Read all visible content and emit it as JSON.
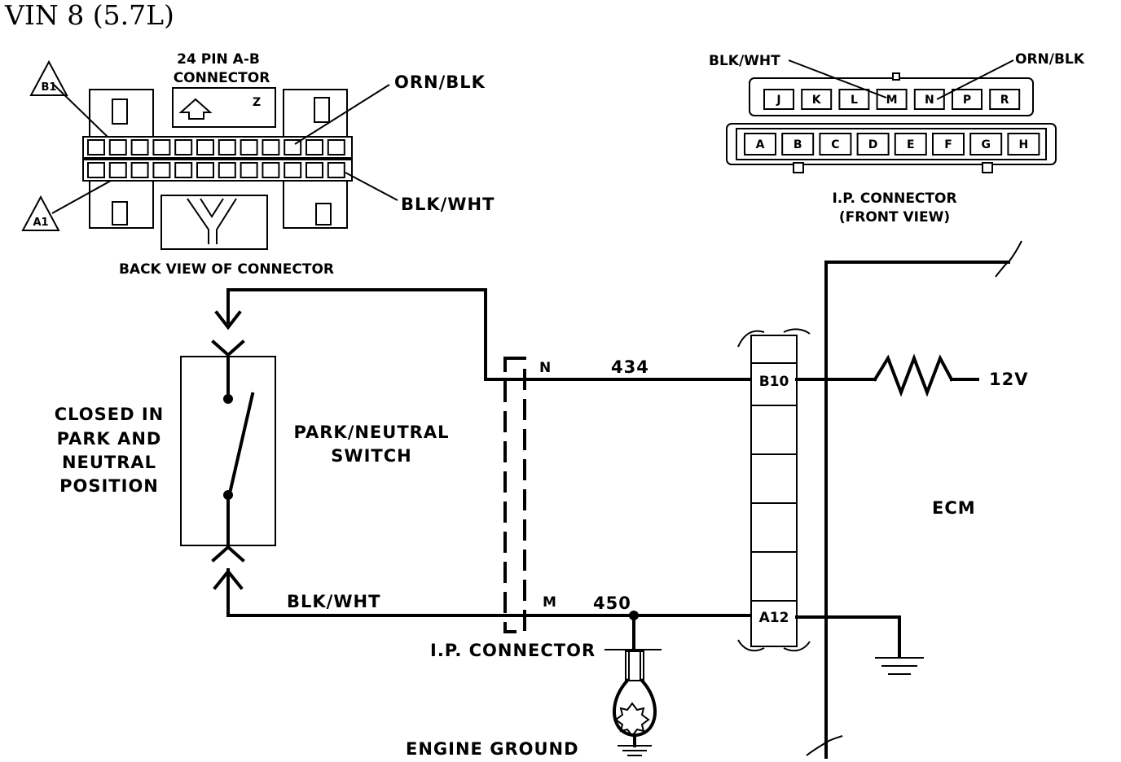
{
  "title": "VIN 8 (5.7L)",
  "connector_ab": {
    "title_line1": "24 PIN A-B",
    "title_line2": "CONNECTOR",
    "view_label": "BACK VIEW OF CONNECTOR",
    "marker_b1": "B1",
    "marker_a1": "A1",
    "callout_upper": "ORN/BLK",
    "callout_lower": "BLK/WHT",
    "mark": "Z"
  },
  "ip_connector_front": {
    "title_line1": "I.P. CONNECTOR",
    "title_line2": "(FRONT VIEW)",
    "callout_left": "BLK/WHT",
    "callout_right": "ORN/BLK",
    "top_pins": [
      "J",
      "K",
      "L",
      "M",
      "N",
      "P",
      "R"
    ],
    "bottom_pins": [
      "A",
      "B",
      "C",
      "D",
      "E",
      "F",
      "G",
      "H"
    ]
  },
  "switch": {
    "state_line1": "CLOSED IN",
    "state_line2": "PARK AND",
    "state_line3": "NEUTRAL",
    "state_line4": "POSITION",
    "name_line1": "PARK/NEUTRAL",
    "name_line2": "SWITCH"
  },
  "circuit": {
    "upper_pin": "N",
    "upper_wire": "434",
    "lower_pin": "M",
    "lower_wire": "450",
    "lower_wire_color": "BLK/WHT",
    "ip_connector_label": "I.P. CONNECTOR",
    "engine_ground_label": "ENGINE GROUND"
  },
  "ecm": {
    "label": "ECM",
    "pin_b10": "B10",
    "pin_a12": "A12",
    "supply_voltage": "12V"
  }
}
